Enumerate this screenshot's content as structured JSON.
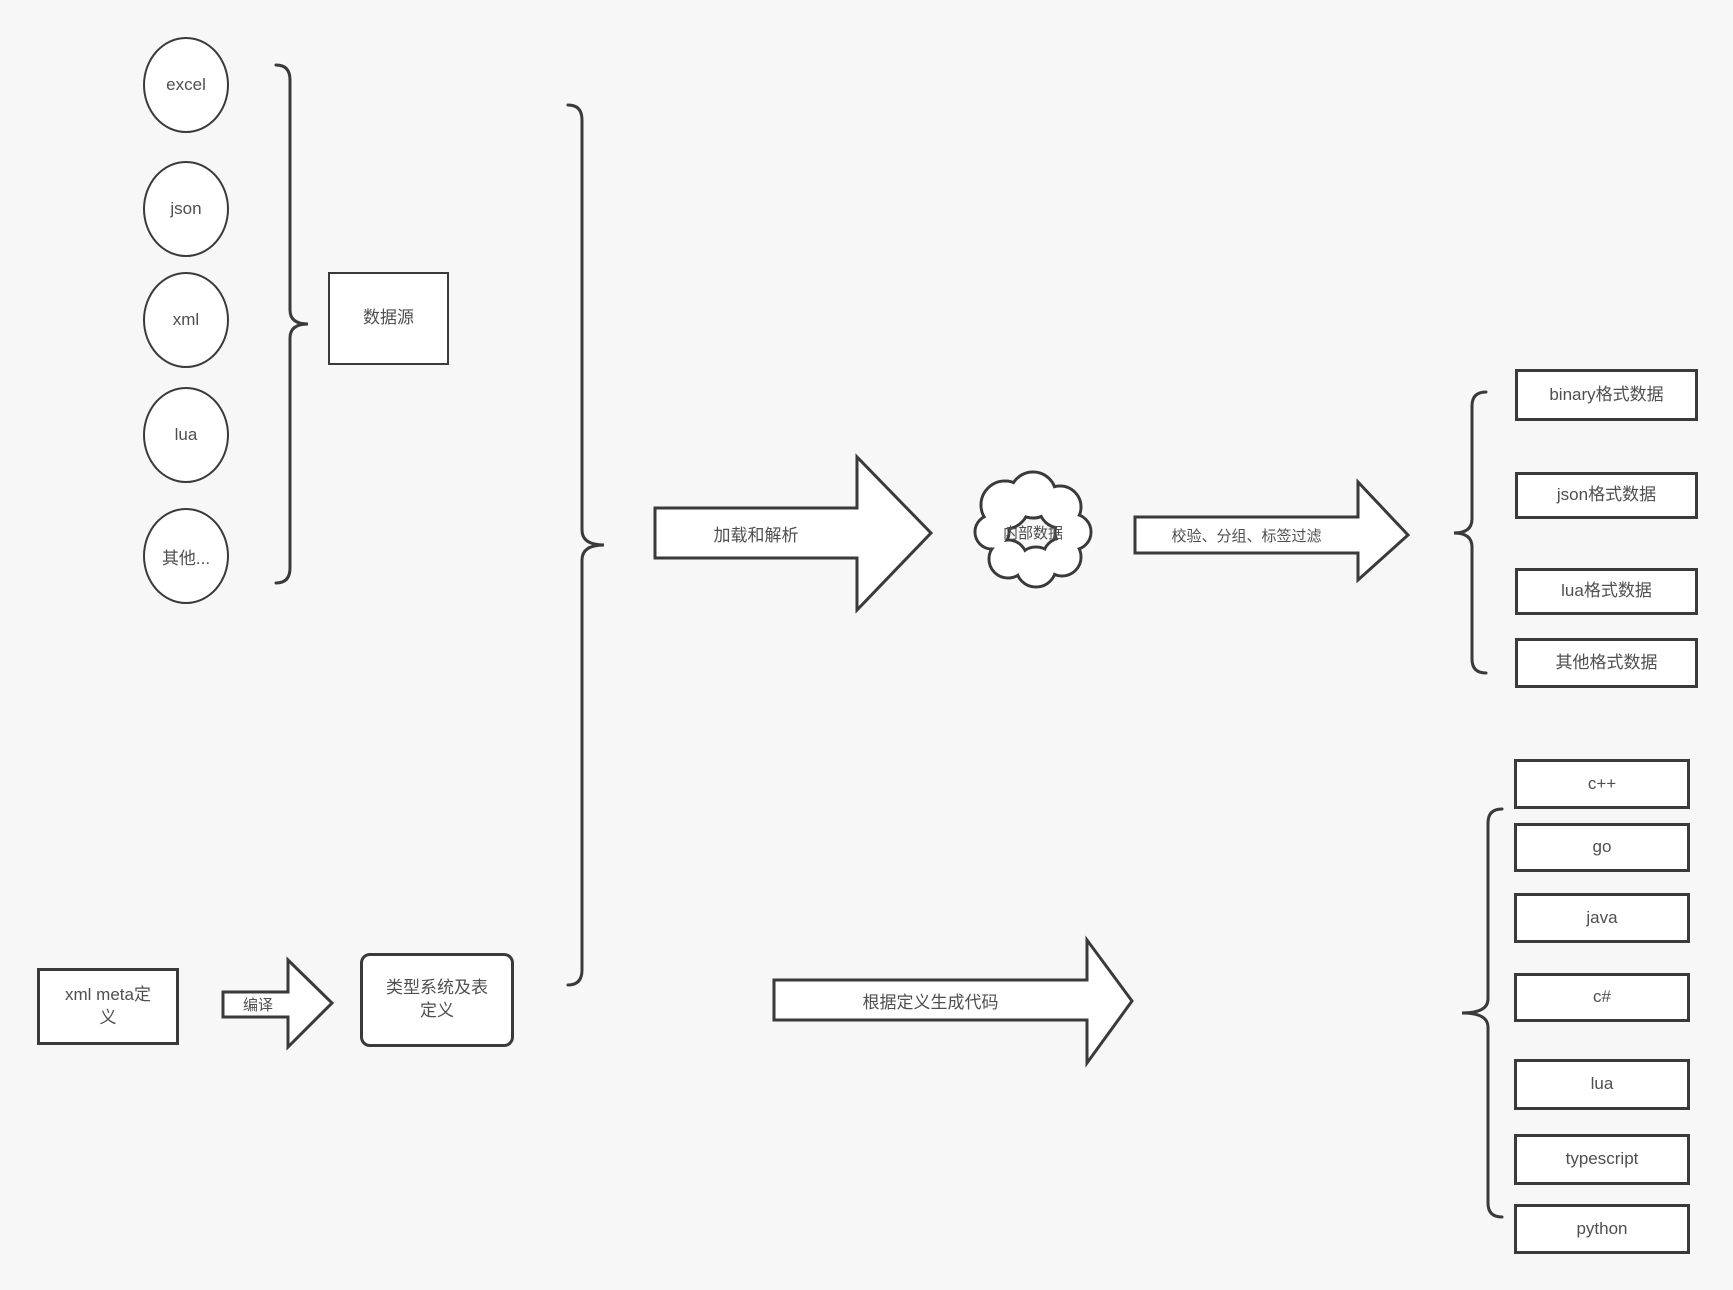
{
  "theme": {
    "background": "#f7f7f7",
    "stroke": "#3a3a3a",
    "shape_fill": "#ffffff",
    "text": "#4f4f4f"
  },
  "sources": {
    "items": [
      "excel",
      "json",
      "xml",
      "lua",
      "其他..."
    ],
    "group_label": "数据源"
  },
  "pipeline": {
    "load_arrow_label": "加载和解析",
    "internal_data_label": "内部数据",
    "filter_arrow_label": "校验、分组、标签过滤"
  },
  "formats": [
    "binary格式数据",
    "json格式数据",
    "lua格式数据",
    "其他格式数据"
  ],
  "codegen": {
    "meta_box_label": "xml meta定义",
    "compile_arrow_label": "编译",
    "type_system_label": "类型系统及表定义",
    "generate_arrow_label": "根据定义生成代码",
    "languages": [
      "c++",
      "go",
      "java",
      "c#",
      "lua",
      "typescript",
      "python"
    ]
  }
}
